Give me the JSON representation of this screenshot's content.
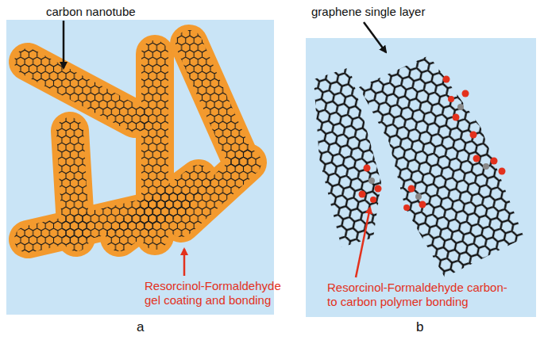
{
  "diagram": {
    "labels": [
      "carbon nanotube",
      "Resorcinol-Formaldehyde gel coating and bonding",
      "a",
      "graphene single layer",
      "Resorcinol-Formaldehyde carbon-to carbon polymer bonding",
      "b"
    ]
  }
}
